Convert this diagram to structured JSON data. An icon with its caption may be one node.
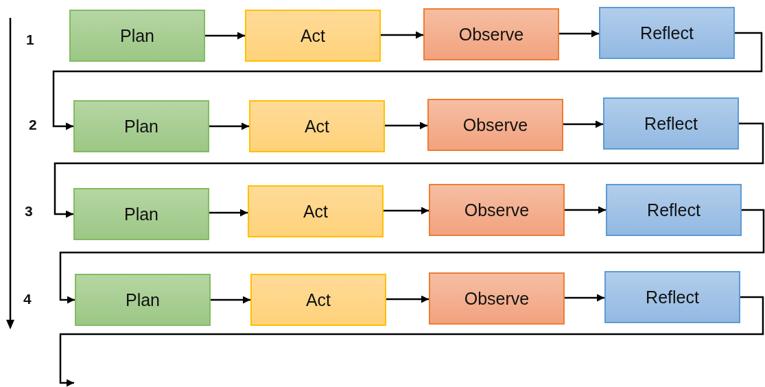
{
  "diagram": {
    "nodes": [
      {
        "text": [
          "Plan"
        ]
      },
      {
        "text": [
          "Act"
        ]
      },
      {
        "text": [
          "Observe"
        ]
      },
      {
        "text": [
          "Reflect"
        ]
      },
      {
        "text": [
          "Plan"
        ]
      },
      {
        "text": [
          "Act"
        ]
      },
      {
        "text": [
          "Observe"
        ]
      },
      {
        "text": [
          "Reflect"
        ]
      },
      {
        "text": [
          "Plan"
        ]
      },
      {
        "text": [
          "Act"
        ]
      },
      {
        "text": [
          "Observe"
        ]
      },
      {
        "text": [
          "Reflect"
        ]
      },
      {
        "text": [
          "Plan"
        ]
      },
      {
        "text": [
          "Act"
        ]
      },
      {
        "text": [
          "Observe"
        ]
      },
      {
        "text": [
          "Reflect"
        ]
      }
    ],
    "edges": [
      {
        "from": 0,
        "to": 1,
        "arrow": "to"
      },
      {
        "from": 1,
        "to": 2,
        "arrow": "to"
      },
      {
        "from": 2,
        "to": 3,
        "arrow": "to"
      },
      {
        "from": 3,
        "to": 4,
        "arrow": "to"
      },
      {
        "from": 4,
        "to": 5,
        "arrow": "to"
      },
      {
        "from": 5,
        "to": 6,
        "arrow": "to"
      },
      {
        "from": 6,
        "to": 7,
        "arrow": "to"
      },
      {
        "from": 7,
        "to": 8,
        "arrow": "to"
      },
      {
        "from": 8,
        "to": 9,
        "arrow": "to"
      },
      {
        "from": 9,
        "to": 10,
        "arrow": "to"
      },
      {
        "from": 10,
        "to": 11,
        "arrow": "to"
      },
      {
        "from": 11,
        "to": 12,
        "arrow": "to"
      },
      {
        "from": 12,
        "to": 13,
        "arrow": "to"
      },
      {
        "from": 13,
        "to": 14,
        "arrow": "to"
      },
      {
        "from": 14,
        "to": 15,
        "arrow": "to"
      },
      {
        "from": 15,
        "to": null,
        "arrow": "to"
      }
    ],
    "labels": [
      "1",
      "2",
      "3",
      "4"
    ]
  }
}
